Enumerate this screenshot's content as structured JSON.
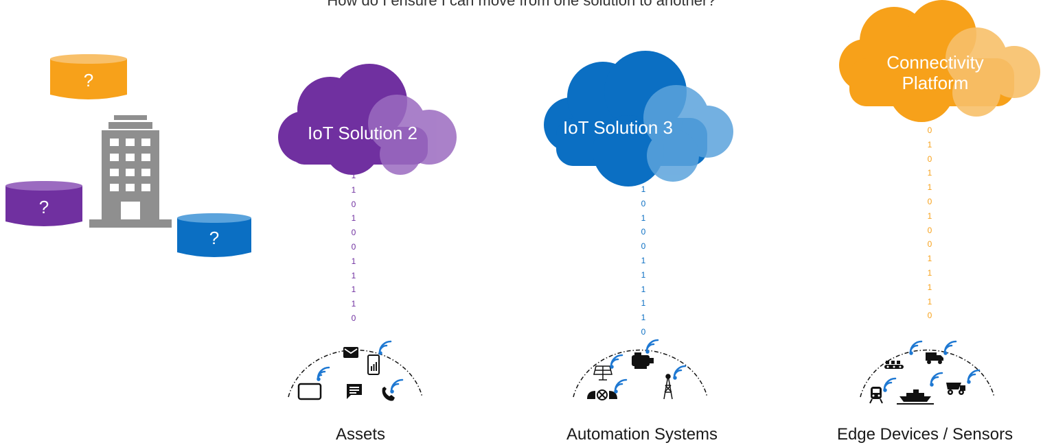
{
  "title": "How do I ensure I can move from one solution to another?",
  "colors": {
    "purple": "#7030a0",
    "purple_light": "#9b6bc0",
    "blue": "#0b6fc3",
    "blue_light": "#5ba3dc",
    "orange": "#f7a11a",
    "orange_light": "#f8c06a",
    "building": "#8f8f8f",
    "wifi": "#1e78d2"
  },
  "databases": [
    {
      "label": "?",
      "color": "orange"
    },
    {
      "label": "?",
      "color": "purple"
    },
    {
      "label": "?",
      "color": "blue"
    }
  ],
  "clouds": [
    {
      "label": "IoT Solution 2",
      "color": "purple"
    },
    {
      "label": "IoT Solution 3",
      "color": "blue"
    },
    {
      "label_line1": "Connectivity",
      "label_line2": "Platform",
      "color": "orange"
    }
  ],
  "bitstreams": [
    {
      "color": "purple",
      "bits": [
        "1",
        "1",
        "0",
        "1",
        "0",
        "0",
        "1",
        "1",
        "1",
        "1",
        "0"
      ]
    },
    {
      "color": "blue",
      "bits": [
        "1",
        "0",
        "1",
        "0",
        "0",
        "1",
        "1",
        "1",
        "1",
        "1",
        "0"
      ]
    },
    {
      "color": "orange",
      "bits": [
        "0",
        "1",
        "0",
        "1",
        "1",
        "0",
        "1",
        "0",
        "0",
        "1",
        "1",
        "1",
        "1",
        "0"
      ]
    }
  ],
  "groups": [
    {
      "label": "Assets",
      "icons": [
        "tablet-icon",
        "mail-icon",
        "phone-icon",
        "chat-icon",
        "call-icon"
      ]
    },
    {
      "label": "Automation Systems",
      "icons": [
        "solar-panel-icon",
        "motor-icon",
        "valve-icon",
        "oil-rig-icon"
      ]
    },
    {
      "label": "Edge Devices / Sensors",
      "icons": [
        "conveyor-icon",
        "truck-icon",
        "train-icon",
        "ship-icon",
        "mining-truck-icon"
      ]
    }
  ]
}
